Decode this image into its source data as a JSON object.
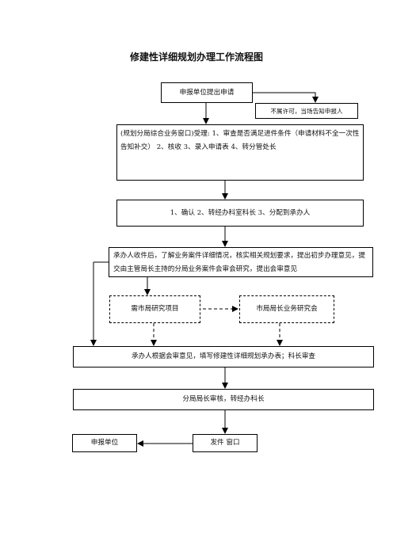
{
  "title": "修建性详细规划办理工作流程图",
  "nodes": {
    "apply": "申报单位提出申请",
    "reject": "不属许可，当场告知申报人",
    "accept": "(规划分局综合业务窗口)受理: 1、审查是否满足进件条件（申请材料不全一次性告知补交） 2、核收 3、录入申请表 4、转分管处长",
    "confirm": "1、确认 2、转经办科室科长 3、分配到承办人",
    "handler": "承办人收件后，了解业务案件详细情况，核实相关规划要求，提出初步办理意见，提交由主管局长主持的分局业务案件会审会研究，提出会审意见",
    "city_study": "需市局研究项目",
    "city_meeting": "市局局长业务研究会",
    "fill_form": "承办人根据会审意见，填写修建性详细规划承办表；科长审查",
    "branch_review": "分局局长审核，转经办科长",
    "issue": "发件 窗口",
    "applicant": "申报单位"
  }
}
